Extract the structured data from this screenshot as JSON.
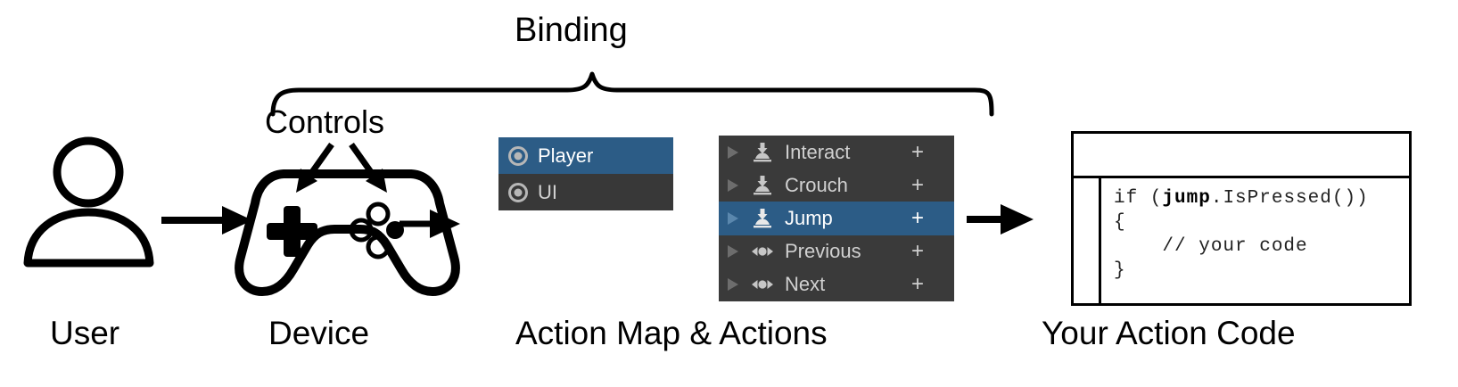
{
  "diagram": {
    "title_label": "Binding",
    "controls_label": "Controls",
    "captions": {
      "user": "User",
      "device": "Device",
      "action_map": "Action Map & Actions",
      "code": "Your Action Code"
    }
  },
  "colors": {
    "selection_blue": "#2c5c86",
    "panel_dark": "#3a3a3a",
    "panel_dark_alt": "#383838",
    "text_light": "#d0d0d0",
    "stroke_black": "#000000",
    "background": "#ffffff"
  },
  "action_map_panel": {
    "rows": [
      {
        "label": "Player",
        "icon": "radial-action-map-icon",
        "selected": true
      },
      {
        "label": "UI",
        "icon": "radial-action-map-icon",
        "selected": false
      }
    ]
  },
  "actions_panel": {
    "add_button_label": "+",
    "rows": [
      {
        "label": "Interact",
        "icon": "button-action-icon",
        "selected": false,
        "expander": "chevron-right-icon"
      },
      {
        "label": "Crouch",
        "icon": "button-action-icon",
        "selected": false,
        "expander": "chevron-right-icon"
      },
      {
        "label": "Jump",
        "icon": "button-action-icon",
        "selected": true,
        "expander": "chevron-right-icon"
      },
      {
        "label": "Previous",
        "icon": "axis-action-icon",
        "selected": false,
        "expander": "chevron-right-icon"
      },
      {
        "label": "Next",
        "icon": "axis-action-icon",
        "selected": false,
        "expander": "chevron-right-icon"
      }
    ]
  },
  "code_window": {
    "line1_prefix": "if (",
    "line1_bold": "jump",
    "line1_suffix": ".IsPressed())",
    "line2": "{",
    "line3": "    // your code",
    "line4": "}"
  }
}
